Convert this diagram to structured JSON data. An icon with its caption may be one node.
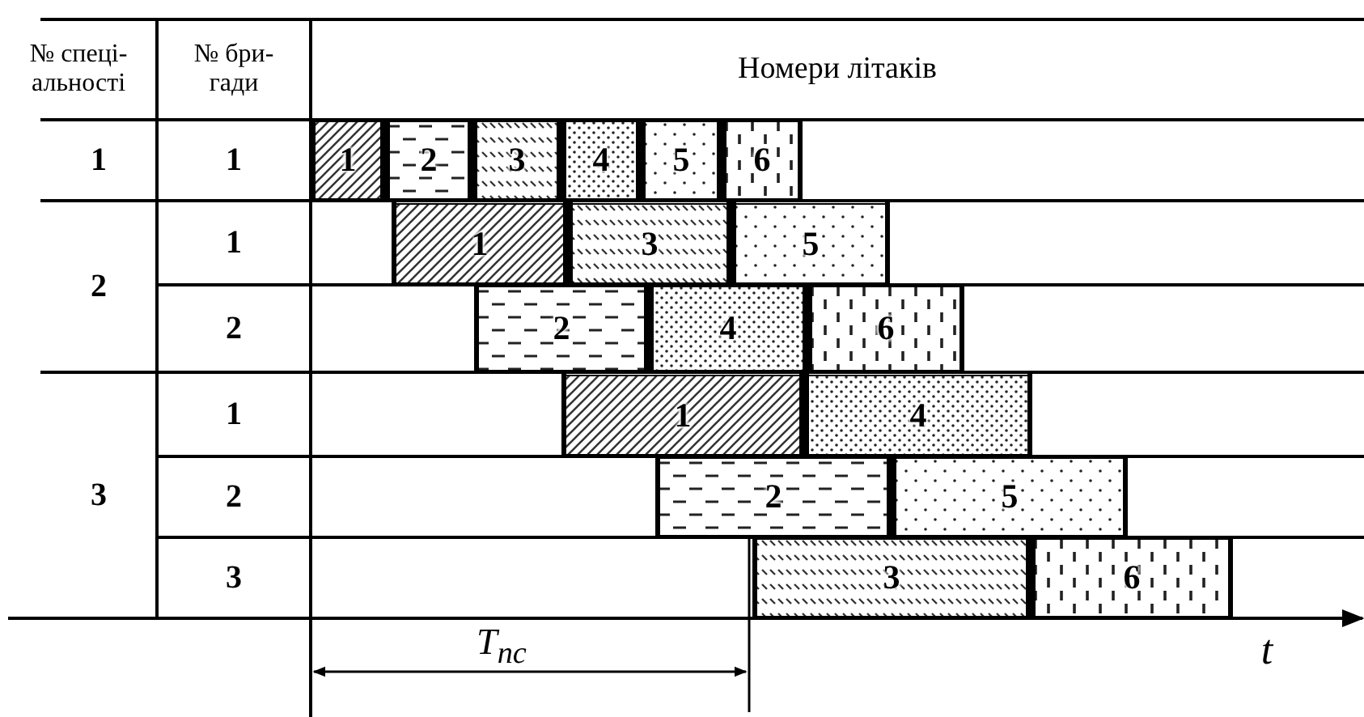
{
  "diagram": {
    "nodes": [
      {
        "text": [
          "1"
        ]
      },
      {
        "text": [
          "2"
        ]
      },
      {
        "text": [
          "3"
        ]
      },
      {
        "text": [
          "4"
        ]
      },
      {
        "text": [
          "5"
        ]
      },
      {
        "text": [
          "6"
        ]
      },
      {
        "text": [
          "1"
        ]
      },
      {
        "text": [
          "3"
        ]
      },
      {
        "text": [
          "5"
        ]
      },
      {
        "text": [
          "2"
        ]
      },
      {
        "text": [
          "4"
        ]
      },
      {
        "text": [
          "6"
        ]
      },
      {
        "text": [
          "1"
        ]
      },
      {
        "text": [
          "4"
        ]
      },
      {
        "text": [
          "2"
        ]
      },
      {
        "text": [
          "5"
        ]
      },
      {
        "text": [
          "3"
        ]
      },
      {
        "text": [
          "6"
        ]
      }
    ],
    "labels": [
      "№ спеці- альності",
      "№ бри- гади",
      "Номери літаків",
      "1",
      "1",
      "2",
      "1",
      "2",
      "3",
      "1",
      "2",
      "3",
      "T$_{nc}$",
      "t"
    ]
  }
}
